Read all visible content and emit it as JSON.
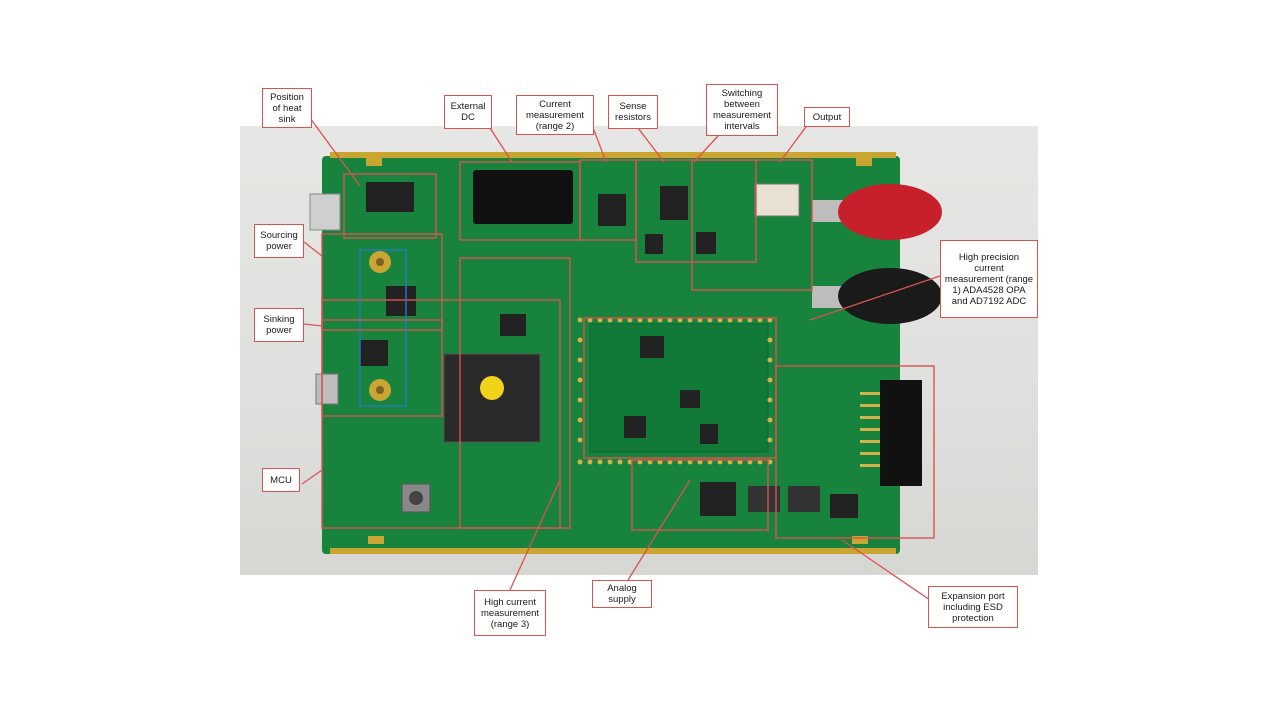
{
  "colors": {
    "callout": "#d9534f",
    "pcb": "#17833d",
    "pcb_dark": "#0f6a30",
    "gold": "#c9a531",
    "copper_pad": "#d4b24a",
    "chip": "#2a2a2a"
  },
  "labels": [
    {
      "id": "heat-sink",
      "text": "Position of heat sink"
    },
    {
      "id": "external-dc",
      "text": "External DC"
    },
    {
      "id": "current-range2",
      "text": "Current measurement (range 2)"
    },
    {
      "id": "sense-resistors",
      "text": "Sense resistors"
    },
    {
      "id": "switching",
      "text": "Switching between measurement intervals"
    },
    {
      "id": "output",
      "text": "Output"
    },
    {
      "id": "sourcing",
      "text": "Sourcing power"
    },
    {
      "id": "high-precision",
      "text": "High precision current measurement (range 1) ADA4528 OPA and AD7192 ADC"
    },
    {
      "id": "sinking",
      "text": "Sinking power"
    },
    {
      "id": "mcu",
      "text": "MCU"
    },
    {
      "id": "high-current",
      "text": "High current measurement (range 3)"
    },
    {
      "id": "analog-supply",
      "text": "Analog supply"
    },
    {
      "id": "expansion",
      "text": "Expansion port including ESD protection"
    }
  ]
}
